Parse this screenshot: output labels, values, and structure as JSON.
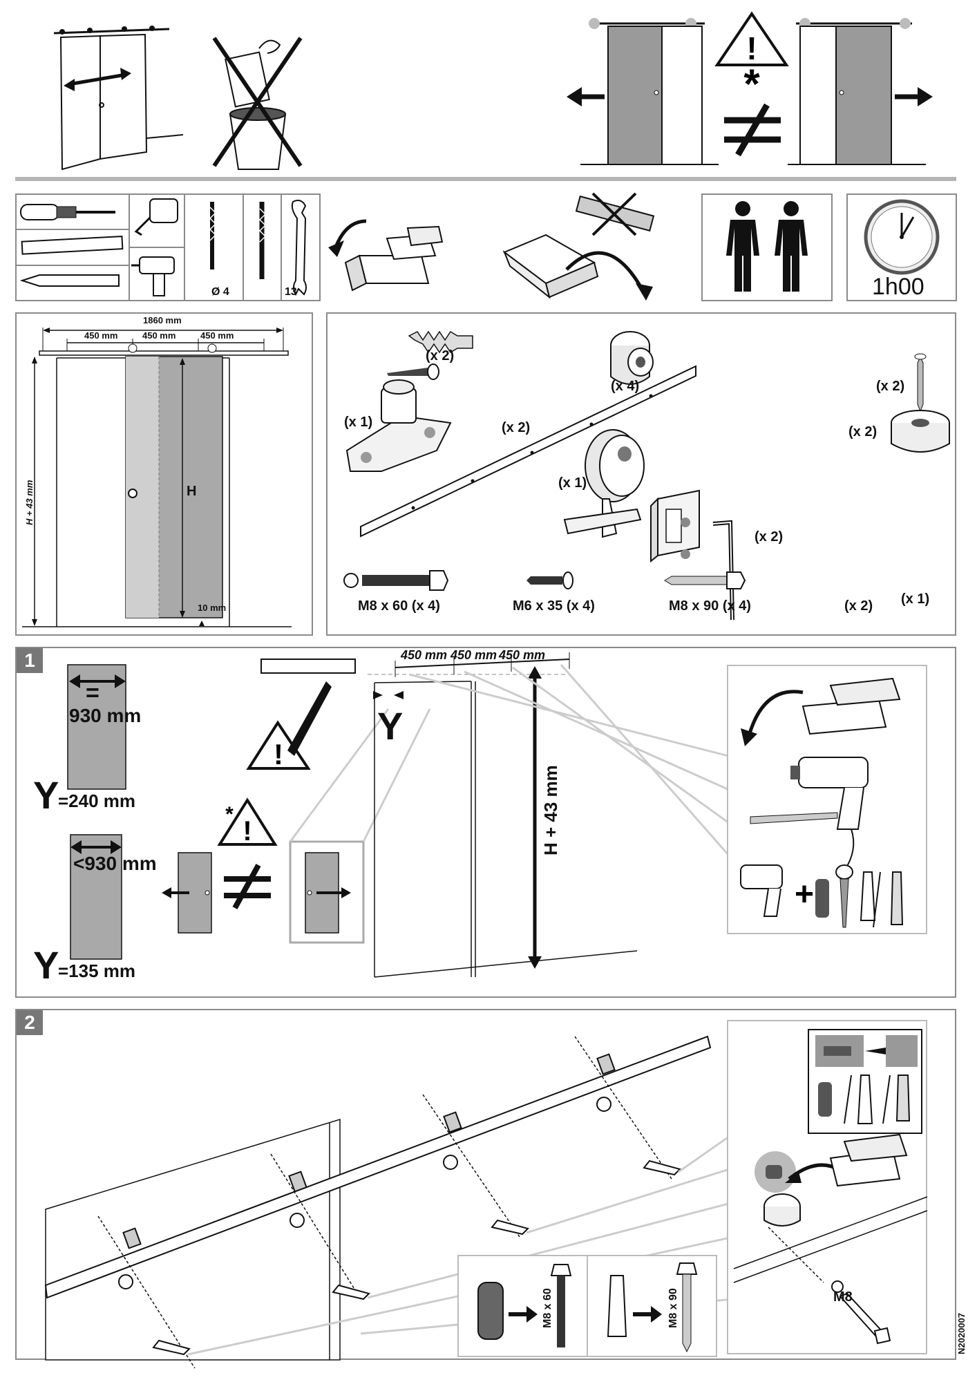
{
  "tools": {
    "drill_bit_size": "Ø 4",
    "wrench_size": "13",
    "duration": "1h00"
  },
  "dimension_diagram": {
    "total_length": "1860 mm",
    "spacing": [
      "450 mm",
      "450 mm",
      "450 mm"
    ],
    "height_label": "H + 43 mm",
    "door_height": "H",
    "floor_gap": "10 mm"
  },
  "parts": {
    "anchor_qty": "(x 2)",
    "spacer_qty": "(x 4)",
    "bottom_guide_qty": "(x 1)",
    "screw_small_qty": "(x 2)",
    "rail_qty": "(x 1)",
    "screw_stopper_qty": "(x 2)",
    "stopper_qty": "(x 2)",
    "roller_qty": "(x 2)",
    "clamp_qty": "(x 2)",
    "allen_key_qty": "(x 1)",
    "bolt_m8x60": "M8 x 60 (x 4)",
    "screw_m6x35": "M6 x 35 (x 4)",
    "screw_m8x90": "M8 x 90 (x 4)"
  },
  "step1": {
    "number": "1",
    "spacing": [
      "450 mm",
      "450 mm",
      "450 mm"
    ],
    "height_label": "H + 43 mm",
    "y_marker": "Y",
    "door_wide": {
      "equal_sign": "=",
      "width": "930 mm",
      "y_letter": "Y",
      "y_value": "=240 mm"
    },
    "door_narrow": {
      "width": "<930 mm",
      "y_letter": "Y",
      "y_value": "=135 mm"
    }
  },
  "step2": {
    "number": "2",
    "bolt_label": "M8",
    "bolt_m8x60": "M8 x 60",
    "screw_m8x90": "M8 x 90"
  },
  "document_code": "N2020007"
}
